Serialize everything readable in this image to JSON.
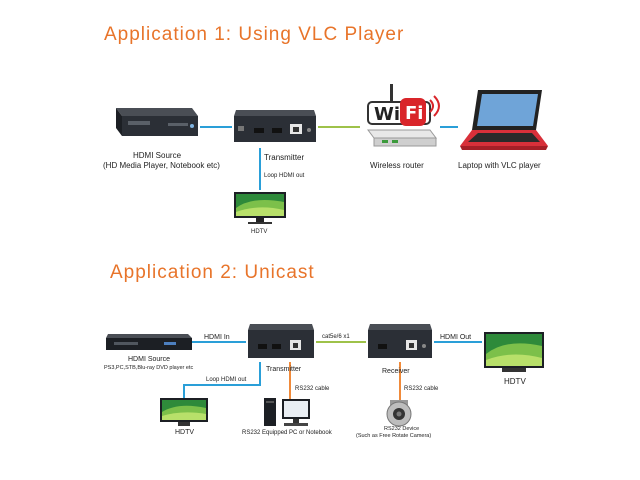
{
  "app1": {
    "title": "Application 1: Using VLC Player",
    "hdmi_source_label": "HDMI Source",
    "hdmi_source_sub": "(HD Media Player, Notebook etc)",
    "transmitter_label": "Transmitter",
    "loop_label": "Loop HDMI out",
    "hdtv_label": "HDTV",
    "router_label": "Wireless router",
    "router_badge": "WiFi",
    "laptop_label": "Laptop with VLC player"
  },
  "app2": {
    "title": "Application 2: Unicast",
    "hdmi_in_label": "HDMI In",
    "cable_label": "cat5e/6 x1",
    "hdmi_out_label": "HDMI Out",
    "source_label": "HDMI Source",
    "source_sub": "PS3,PC,STB,Blu-ray DVD player etc",
    "transmitter_label": "Transmitter",
    "receiver_label": "Receiver",
    "hdtv_right_label": "HDTV",
    "loop_label": "Loop HDMI out",
    "hdtv_left_label": "HDTV",
    "rs232_cable_1": "RS232 cable",
    "rs232_cable_2": "RS232 cable",
    "pc_label": "RS232 Equipped PC or Notebook",
    "device_label": "RS232 Device",
    "device_sub": "(Such as Free Rotate Camera)"
  },
  "colors": {
    "title": "#e8742a",
    "hdmi_line": "#2a9fd8",
    "lan_line": "#9ec24a",
    "rs232_line": "#f08a3a",
    "device_dark": "#2b2f36"
  }
}
